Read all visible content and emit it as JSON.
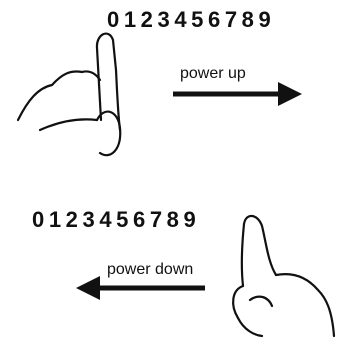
{
  "top_panel": {
    "digits": "0123456789",
    "arrow_label": "power up",
    "arrow_direction": "right"
  },
  "bottom_panel": {
    "digits": "0123456789",
    "arrow_label": "power down",
    "arrow_direction": "left"
  },
  "colors": {
    "ink": "#111111",
    "background": "#ffffff"
  },
  "icons": [
    "finger-swipe-right-icon",
    "finger-swipe-left-icon",
    "arrow-right-icon",
    "arrow-left-icon"
  ]
}
